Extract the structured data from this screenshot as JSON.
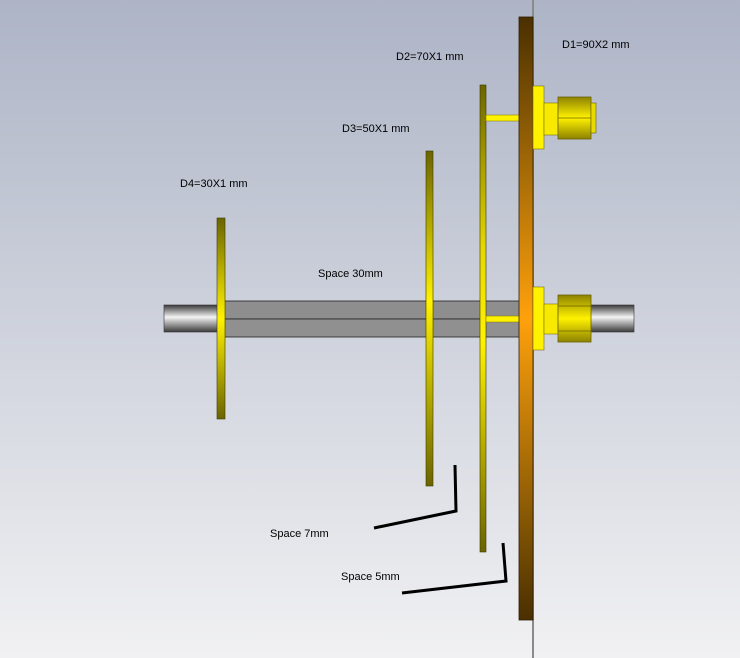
{
  "labels": {
    "d1": "D1=90X2 mm",
    "d2": "D2=70X1 mm",
    "d3": "D3=50X1 mm",
    "d4": "D4=30X1 mm",
    "space30": "Space 30mm",
    "space7": "Space 7mm",
    "space5": "Space 5mm"
  },
  "colors": {
    "background_top": "#adb4c6",
    "background_bottom": "#f1f1f3",
    "disc_yellow": "#fff200",
    "disc_dark": "#6b6400",
    "ground_plate_center": "#ffa10c",
    "ground_plate_edge": "#4a2f00",
    "rod_grey": "#8e8e8e",
    "line": "#000000"
  }
}
